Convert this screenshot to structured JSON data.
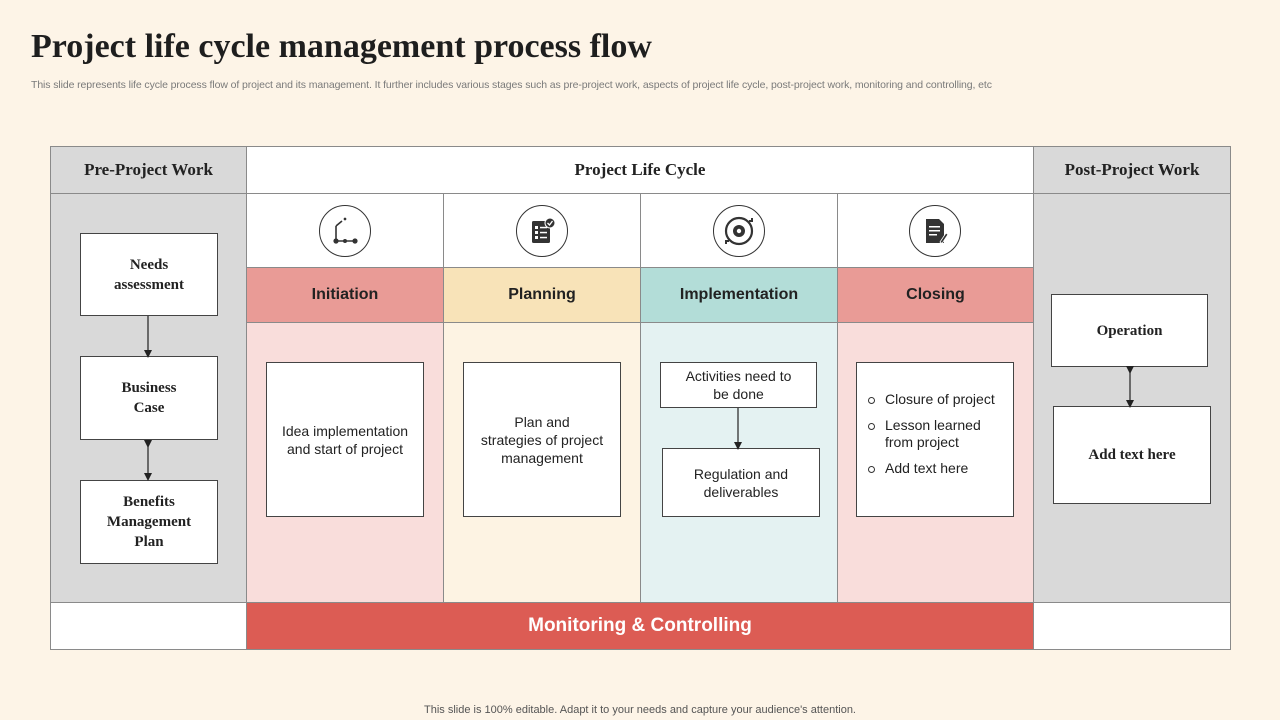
{
  "title": "Project life cycle management process flow",
  "subtitle": "This slide represents life cycle process flow of project and its management. It further includes various stages such as pre-project work, aspects of project life cycle,  post-project work, monitoring and controlling, etc",
  "footer": "This slide is 100% editable. Adapt it to your needs and capture your audience's attention.",
  "headers": {
    "pre": "Pre-Project Work",
    "lifecycle": "Project Life Cycle",
    "post": "Post-Project Work"
  },
  "pre_project": {
    "needs": [
      "Needs",
      "assessment"
    ],
    "business": [
      "Business",
      "Case"
    ],
    "benefits": [
      "Benefits",
      "Management",
      "Plan"
    ]
  },
  "stages": [
    {
      "label": "Initiation",
      "icon": "milestone-path-icon",
      "color": "#e99b96",
      "body_color": "#f9dddb"
    },
    {
      "label": "Planning",
      "icon": "checklist-icon",
      "color": "#f8e3b8",
      "body_color": "#fdf3e3"
    },
    {
      "label": "Implementation",
      "icon": "cycle-gear-icon",
      "color": "#b3ddd8",
      "body_color": "#e4f2f2"
    },
    {
      "label": "Closing",
      "icon": "document-pen-icon",
      "color": "#e99b96",
      "body_color": "#f9dddb"
    }
  ],
  "initiation_box": [
    "Idea implementation",
    "and start of project"
  ],
  "planning_box": [
    "Plan and",
    "strategies of project",
    "management"
  ],
  "implementation": {
    "top": [
      "Activities need to",
      "be done"
    ],
    "bottom": [
      "Regulation and",
      "deliverables"
    ]
  },
  "closing_bullets": [
    [
      "Closure of project"
    ],
    [
      "Lesson learned",
      "from project"
    ],
    [
      "Add text here"
    ]
  ],
  "post_project": {
    "operation": "Operation",
    "add_text": "Add text here"
  },
  "monitoring": "Monitoring & Controlling",
  "colors": {
    "background": "#fdf4e7",
    "monitoring": "#dc5c54",
    "gray_column": "#d9d9d9"
  }
}
